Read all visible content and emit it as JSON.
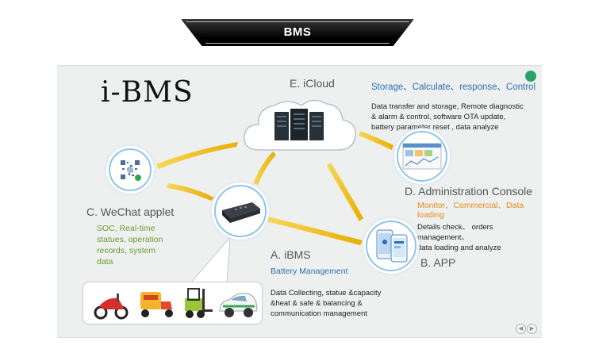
{
  "header": {
    "title": "BMS"
  },
  "logo": "i-BMS",
  "cloud": {
    "title": "E. iCloud"
  },
  "storage": {
    "heading": "Storage、Calculate、response、Control",
    "lines": [
      "Data transfer  and storage, Remote diagnostic",
      "& alarm & control, software OTA update,",
      "battery parameter reset , data analyze"
    ]
  },
  "console": {
    "title": "D. Administration Console",
    "subtitle_1": "Monitor、Commercial、Data",
    "subtitle_2": "loading",
    "lines": [
      "Details check、 orders management、",
      "data loading and analyze"
    ]
  },
  "wechat": {
    "title": "C. WeChat applet",
    "lines": [
      "SOC, Real-time",
      "statues, operation",
      "records, system",
      "data"
    ]
  },
  "ibms": {
    "title": "A. iBMS",
    "subtitle": "Battery Management",
    "lines": [
      "Data Collecting, statue &capacity",
      "&heat & safe & balancing &",
      "communication management"
    ]
  },
  "app": {
    "title": "B. APP"
  },
  "icons": {
    "toggle": "green-toggle-icon",
    "prev": "prev-arrow-icon",
    "next": "next-arrow-icon",
    "server": "server-rack-icon",
    "qr": "qr-code-icon",
    "device": "bms-device-icon",
    "phone": "phone-app-icon",
    "dashboard": "dashboard-icon",
    "vehicles": [
      "scooter-icon",
      "delivery-tricycle-icon",
      "forklift-icon",
      "electric-car-icon"
    ]
  },
  "colors": {
    "arrow": "#f2c417",
    "link_blue": "#2a6fb3",
    "accent_orange": "#e38b1b",
    "accent_green": "#6a9d2f"
  },
  "nav": {
    "prev": "◀",
    "next": "▶"
  }
}
